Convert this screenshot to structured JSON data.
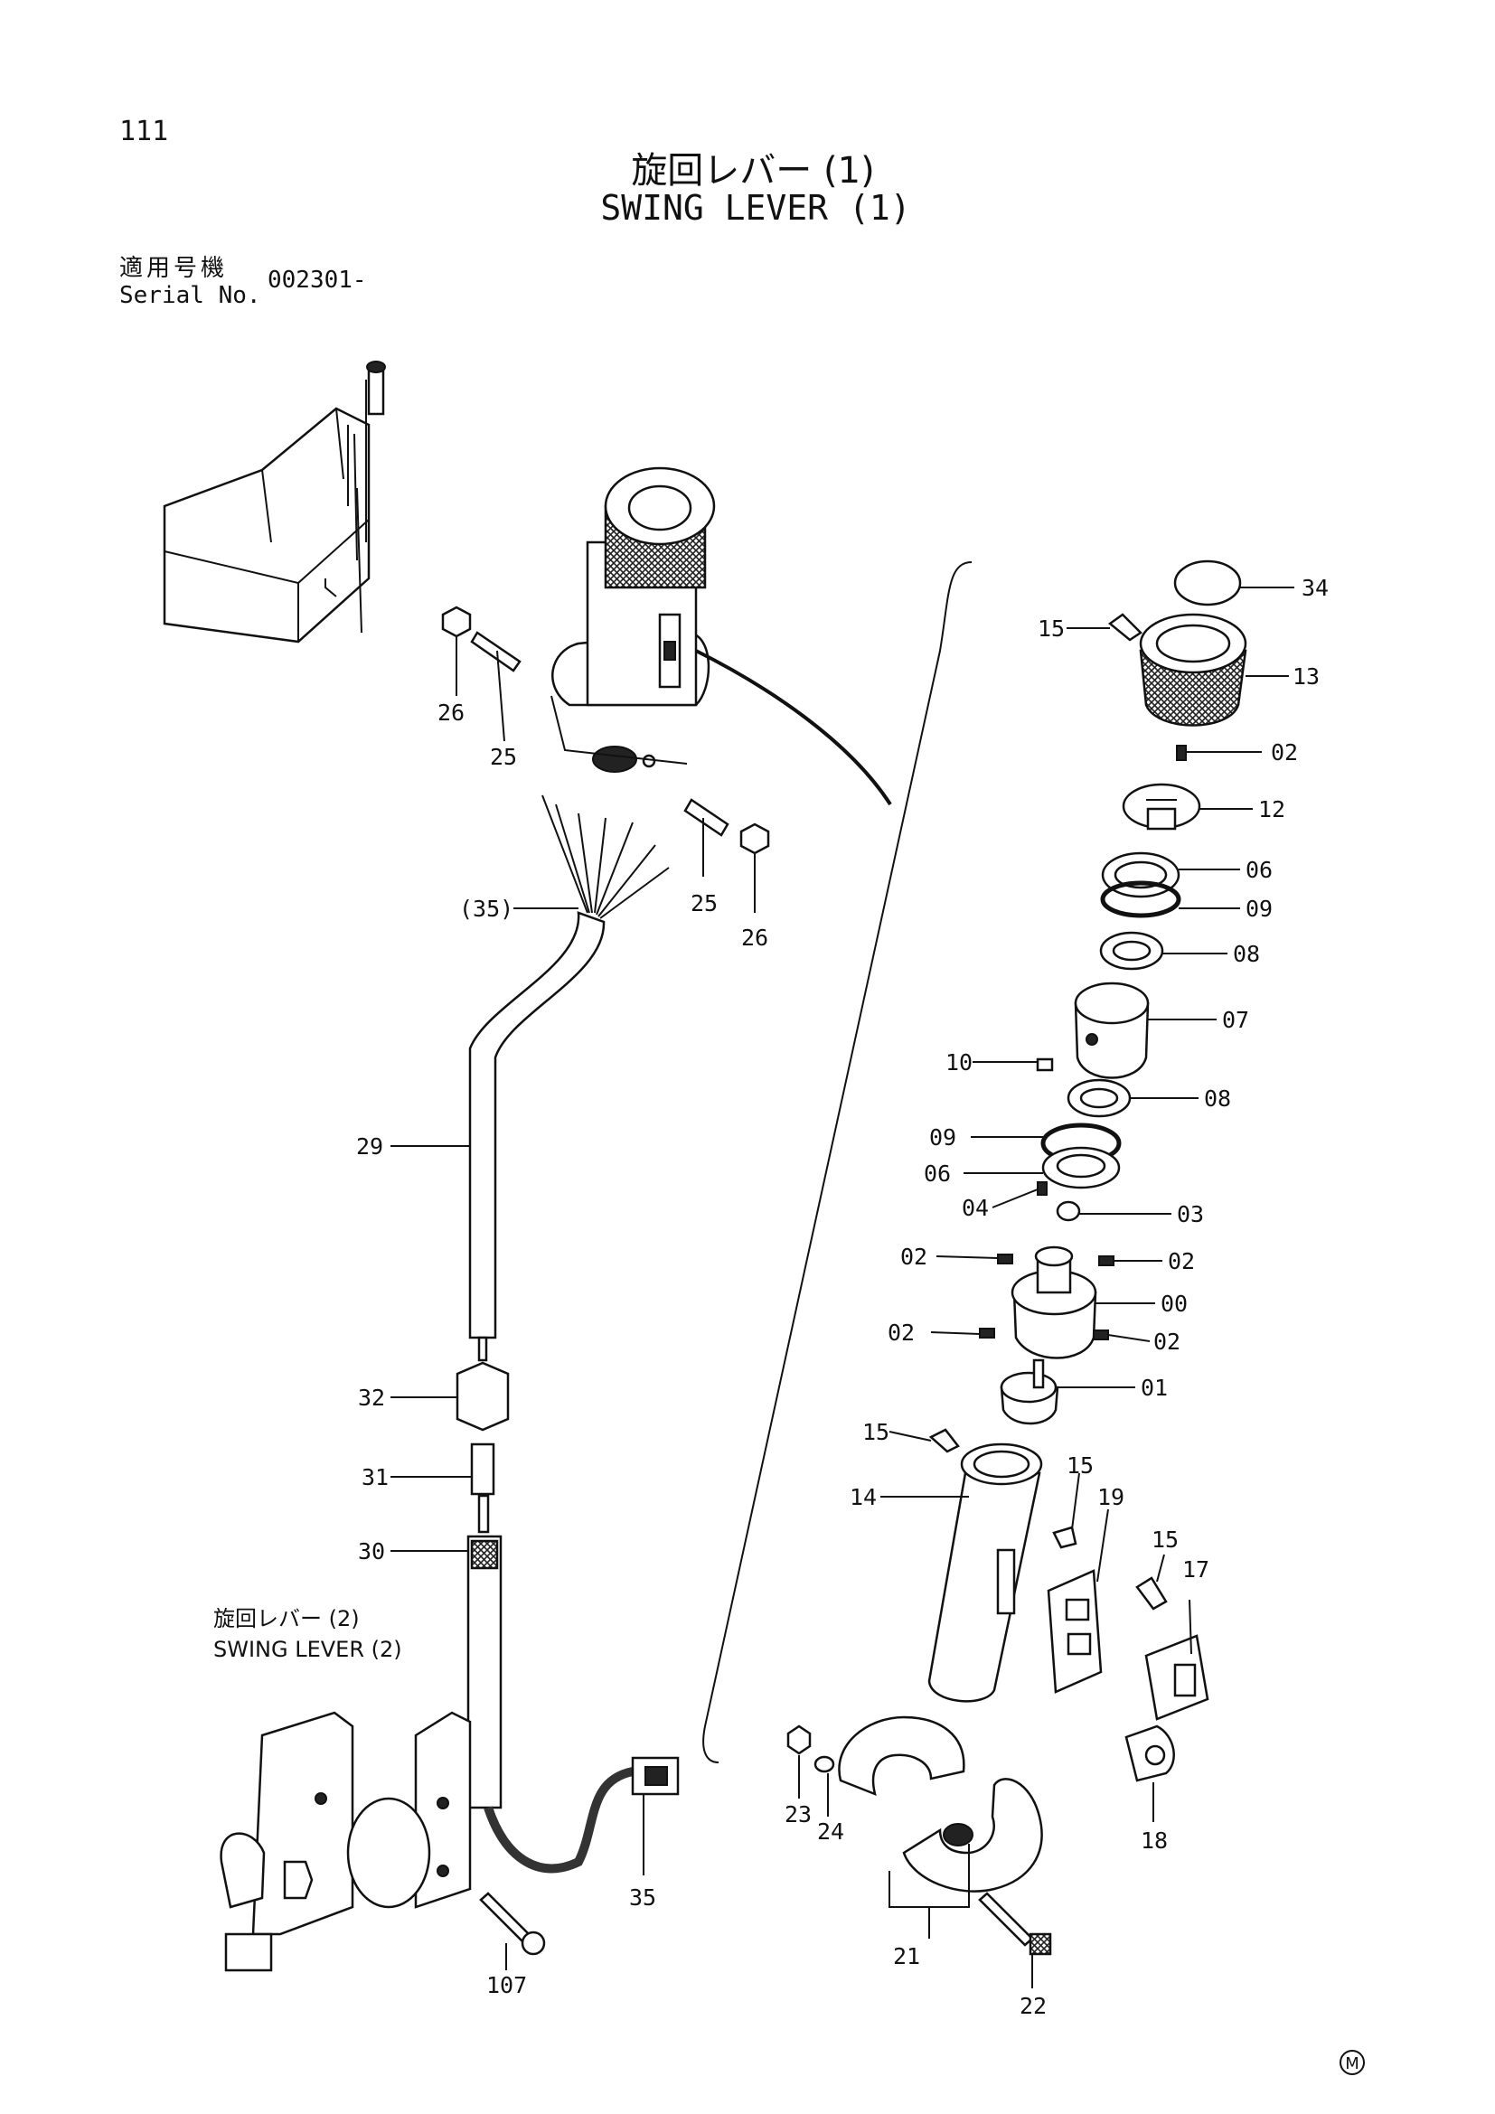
{
  "page_number": "111",
  "title_jp": "旋回レバー (1)",
  "title_en": "SWING LEVER (1)",
  "serial": {
    "label_jp": "適用号機",
    "label_en": "Serial No.",
    "value": "002301-"
  },
  "sub_reference": {
    "jp": "旋回レバー (2)",
    "en": "SWING LEVER (2)"
  },
  "mark": "M",
  "parts": {
    "p34": "34",
    "p15a": "15",
    "p13": "13",
    "p02a": "02",
    "p12": "12",
    "p06a": "06",
    "p09a": "09",
    "p08a": "08",
    "p07": "07",
    "p10": "10",
    "p08b": "08",
    "p09b": "09",
    "p06b": "06",
    "p04": "04",
    "p03": "03",
    "p02b": "02",
    "p02c": "02",
    "p00": "00",
    "p02d": "02",
    "p02e": "02",
    "p01": "01",
    "p15b": "15",
    "p15c": "15",
    "p14": "14",
    "p19": "19",
    "p15d": "15",
    "p17": "17",
    "p18": "18",
    "p23": "23",
    "p24": "24",
    "p21": "21",
    "p22": "22",
    "p26a": "26",
    "p25a": "25",
    "p25b": "25",
    "p26b": "26",
    "p35a": "(35)",
    "p29": "29",
    "p32": "32",
    "p31": "31",
    "p30": "30",
    "p35b": "35",
    "p107": "107"
  }
}
